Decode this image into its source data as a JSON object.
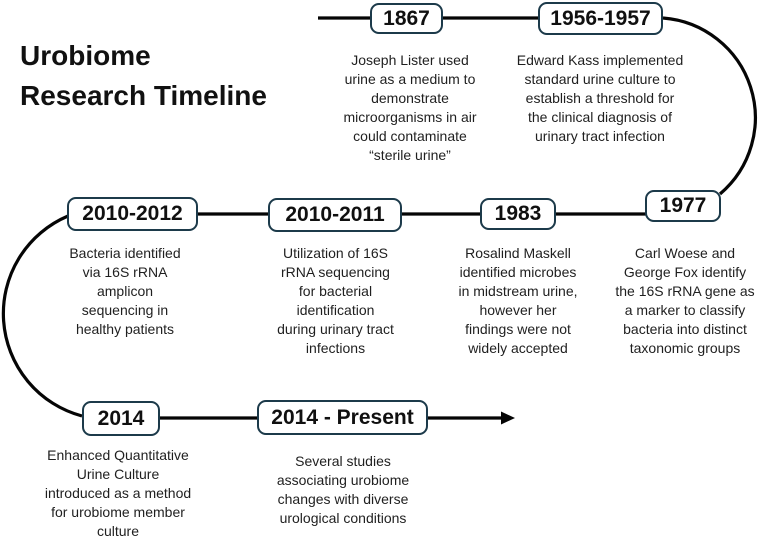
{
  "title": "Urobiome\nResearch Timeline",
  "colors": {
    "box_border": "#1c3a4a",
    "box_bg": "#ffffff",
    "line": "#050505",
    "text": "#1f1f1f"
  },
  "events": [
    {
      "year": "1867",
      "description": "Joseph Lister used\nurine as a medium to\ndemonstrate\nmicroorganisms in air\ncould contaminate\n“sterile urine”"
    },
    {
      "year": "1956-1957",
      "description": "Edward Kass implemented\nstandard urine culture to\nestablish a threshold for\nthe clinical diagnosis of\nurinary tract infection"
    },
    {
      "year": "1977",
      "description": "Carl Woese and\nGeorge Fox identify\nthe 16S rRNA gene as\na marker to classify\nbacteria into distinct\ntaxonomic groups"
    },
    {
      "year": "1983",
      "description": "Rosalind Maskell\nidentified microbes\nin midstream urine,\nhowever her\nfindings were not\nwidely accepted"
    },
    {
      "year": "2010-2011",
      "description": "Utilization of 16S\nrRNA sequencing\nfor bacterial\nidentification\nduring urinary tract\ninfections"
    },
    {
      "year": "2010-2012",
      "description": "Bacteria identified\nvia 16S rRNA\namplicon\nsequencing in\nhealthy patients"
    },
    {
      "year": "2014",
      "description": "Enhanced Quantitative\nUrine Culture\nintroduced as a method\nfor urobiome member\nculture"
    },
    {
      "year": "2014 - Present",
      "description": "Several studies\nassociating urobiome\nchanges with diverse\nurological conditions"
    }
  ]
}
